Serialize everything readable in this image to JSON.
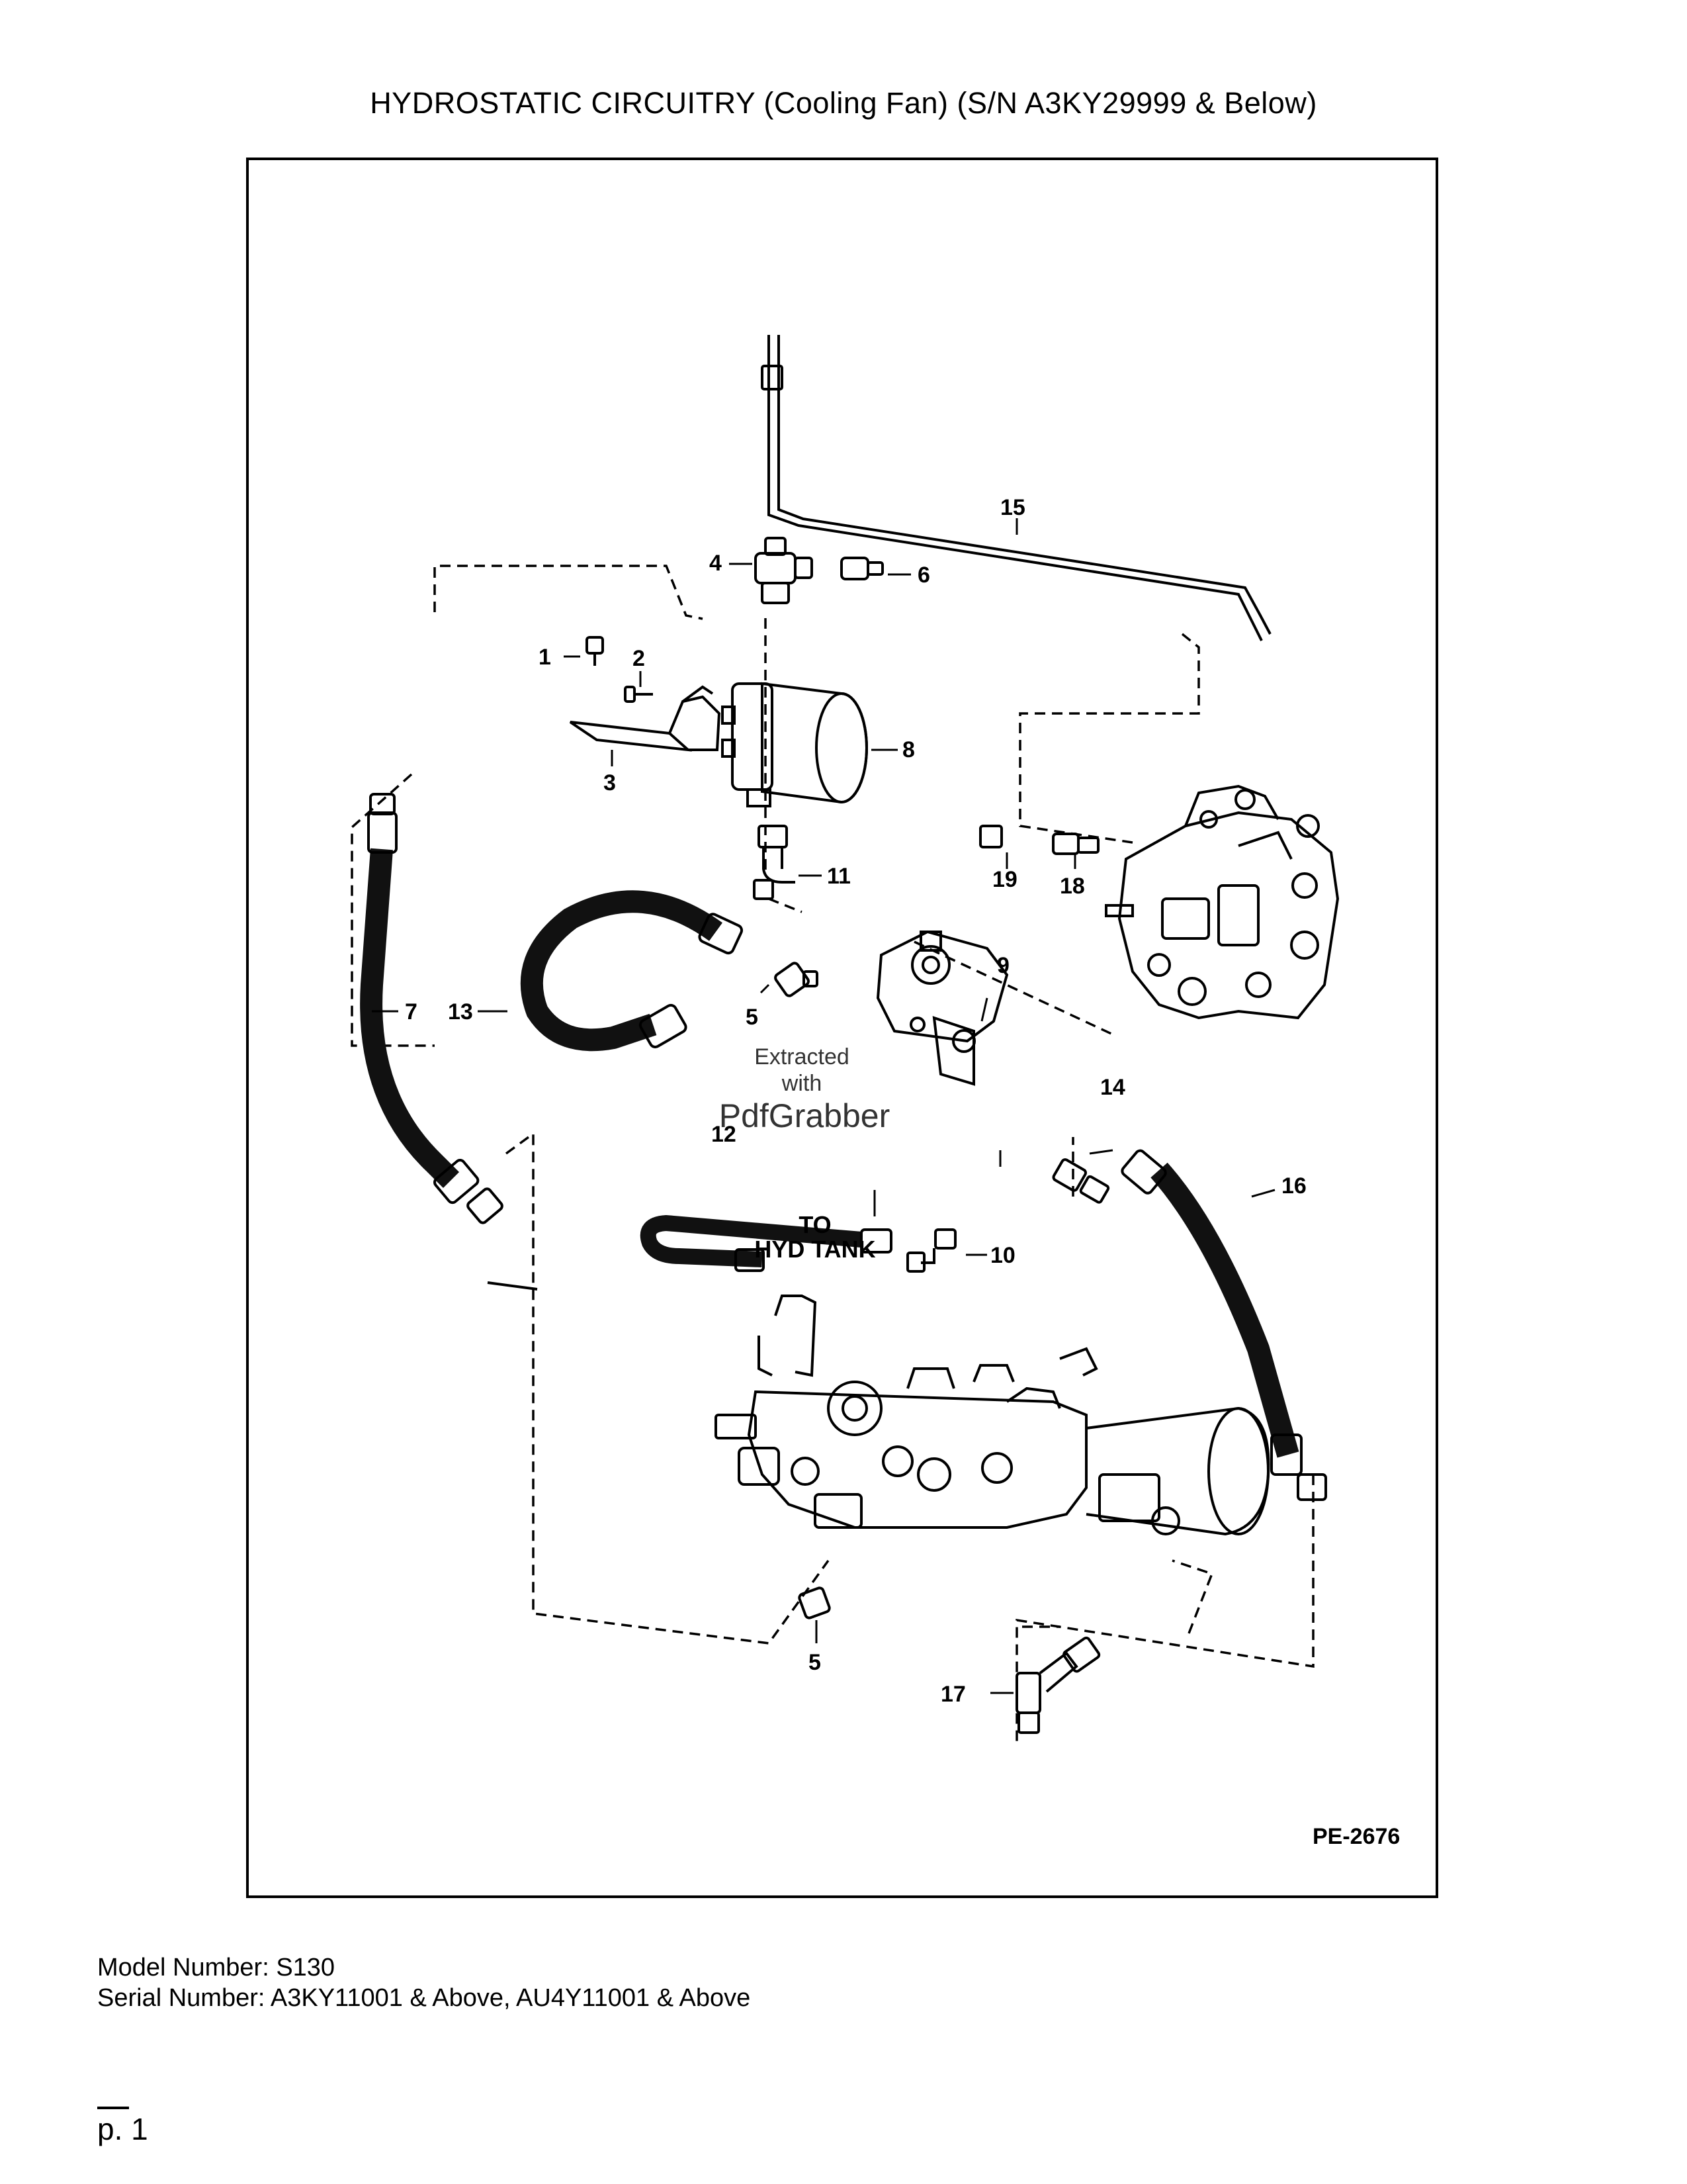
{
  "page": {
    "title": "HYDROSTATIC CIRCUITRY (Cooling Fan) (S/N A3KY29999 & Below)",
    "model_number": "Model Number: S130",
    "serial_number": "Serial Number: A3KY11001 & Above, AU4Y11001 & Above",
    "page_number": "p. 1"
  },
  "diagram": {
    "figure_code": "PE-2676",
    "tank_label_line1": "TO",
    "tank_label_line2": "HYD TANK",
    "watermark_line1": "Extracted",
    "watermark_line2": "with",
    "watermark_brand": "PdfGrabber",
    "callouts": {
      "c1": "1",
      "c2": "2",
      "c3": "3",
      "c4": "4",
      "c5a": "5",
      "c5b": "5",
      "c6": "6",
      "c7": "7",
      "c8": "8",
      "c9": "9",
      "c10": "10",
      "c11": "11",
      "c12": "12",
      "c13": "13",
      "c14": "14",
      "c15": "15",
      "c16": "16",
      "c17": "17",
      "c18": "18",
      "c19": "19"
    }
  }
}
